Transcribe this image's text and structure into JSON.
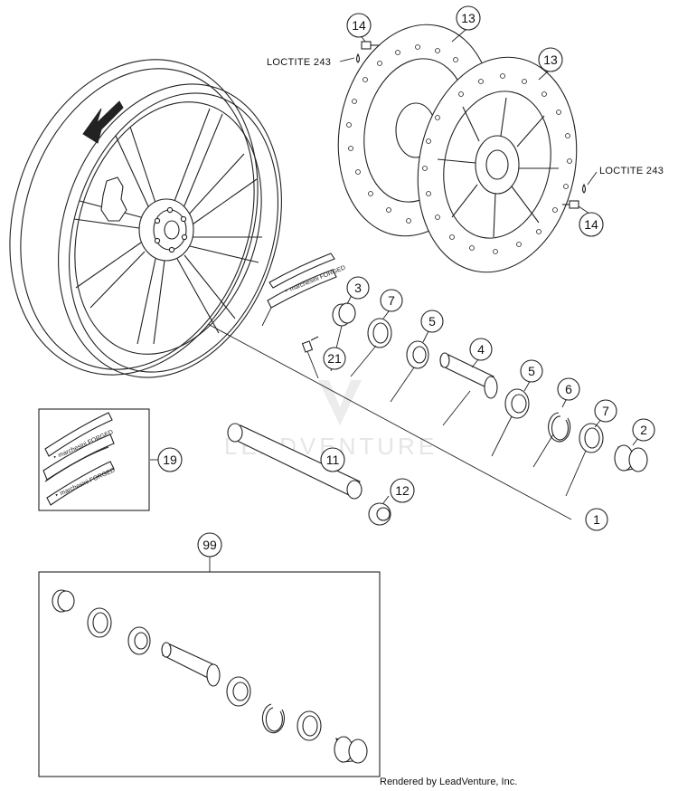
{
  "diagram": {
    "callouts": [
      {
        "id": "c1",
        "label": "1"
      },
      {
        "id": "c2",
        "label": "2"
      },
      {
        "id": "c3",
        "label": "3"
      },
      {
        "id": "c4",
        "label": "4"
      },
      {
        "id": "c5a",
        "label": "5"
      },
      {
        "id": "c5b",
        "label": "5"
      },
      {
        "id": "c6",
        "label": "6"
      },
      {
        "id": "c7a",
        "label": "7"
      },
      {
        "id": "c7b",
        "label": "7"
      },
      {
        "id": "c11",
        "label": "11"
      },
      {
        "id": "c12",
        "label": "12"
      },
      {
        "id": "c13a",
        "label": "13"
      },
      {
        "id": "c13b",
        "label": "13"
      },
      {
        "id": "c14a",
        "label": "14"
      },
      {
        "id": "c14b",
        "label": "14"
      },
      {
        "id": "c19",
        "label": "19"
      },
      {
        "id": "c21",
        "label": "21"
      },
      {
        "id": "c99",
        "label": "99"
      }
    ],
    "notes": {
      "loctite_left": "LOCTITE 243",
      "loctite_right": "LOCTITE 243"
    },
    "sticker_text": "marchesini FORGED",
    "watermark": "LEADVENTURE",
    "footer": "Rendered by LeadVenture, Inc."
  }
}
